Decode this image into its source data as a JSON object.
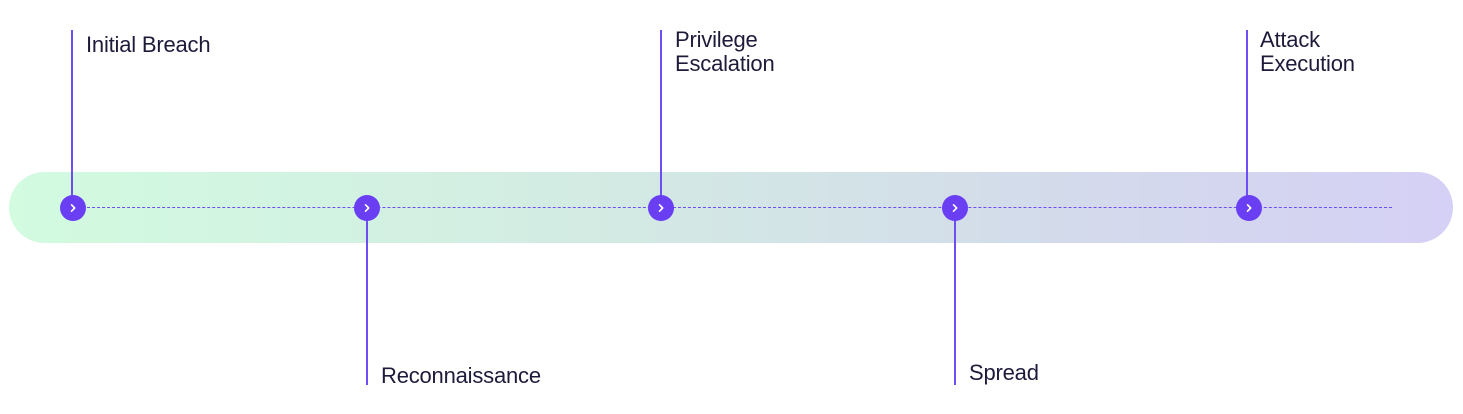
{
  "stages": [
    {
      "id": "initial-breach",
      "lines": [
        "Initial Breach"
      ]
    },
    {
      "id": "reconnaissance",
      "lines": [
        "Reconnaissance"
      ]
    },
    {
      "id": "privilege-escalation",
      "lines": [
        "Privilege",
        "Escalation"
      ]
    },
    {
      "id": "spread",
      "lines": [
        "Spread"
      ]
    },
    {
      "id": "attack-execution",
      "lines": [
        "Attack",
        "Execution"
      ]
    }
  ],
  "colors": {
    "accent": "#6a3ff3",
    "line": "#6d4ef2",
    "band_start": "#d2fbe0",
    "band_end": "#d5d0f5",
    "text": "#1e1b3a"
  },
  "icons": {
    "node": "chevron-right-icon"
  }
}
